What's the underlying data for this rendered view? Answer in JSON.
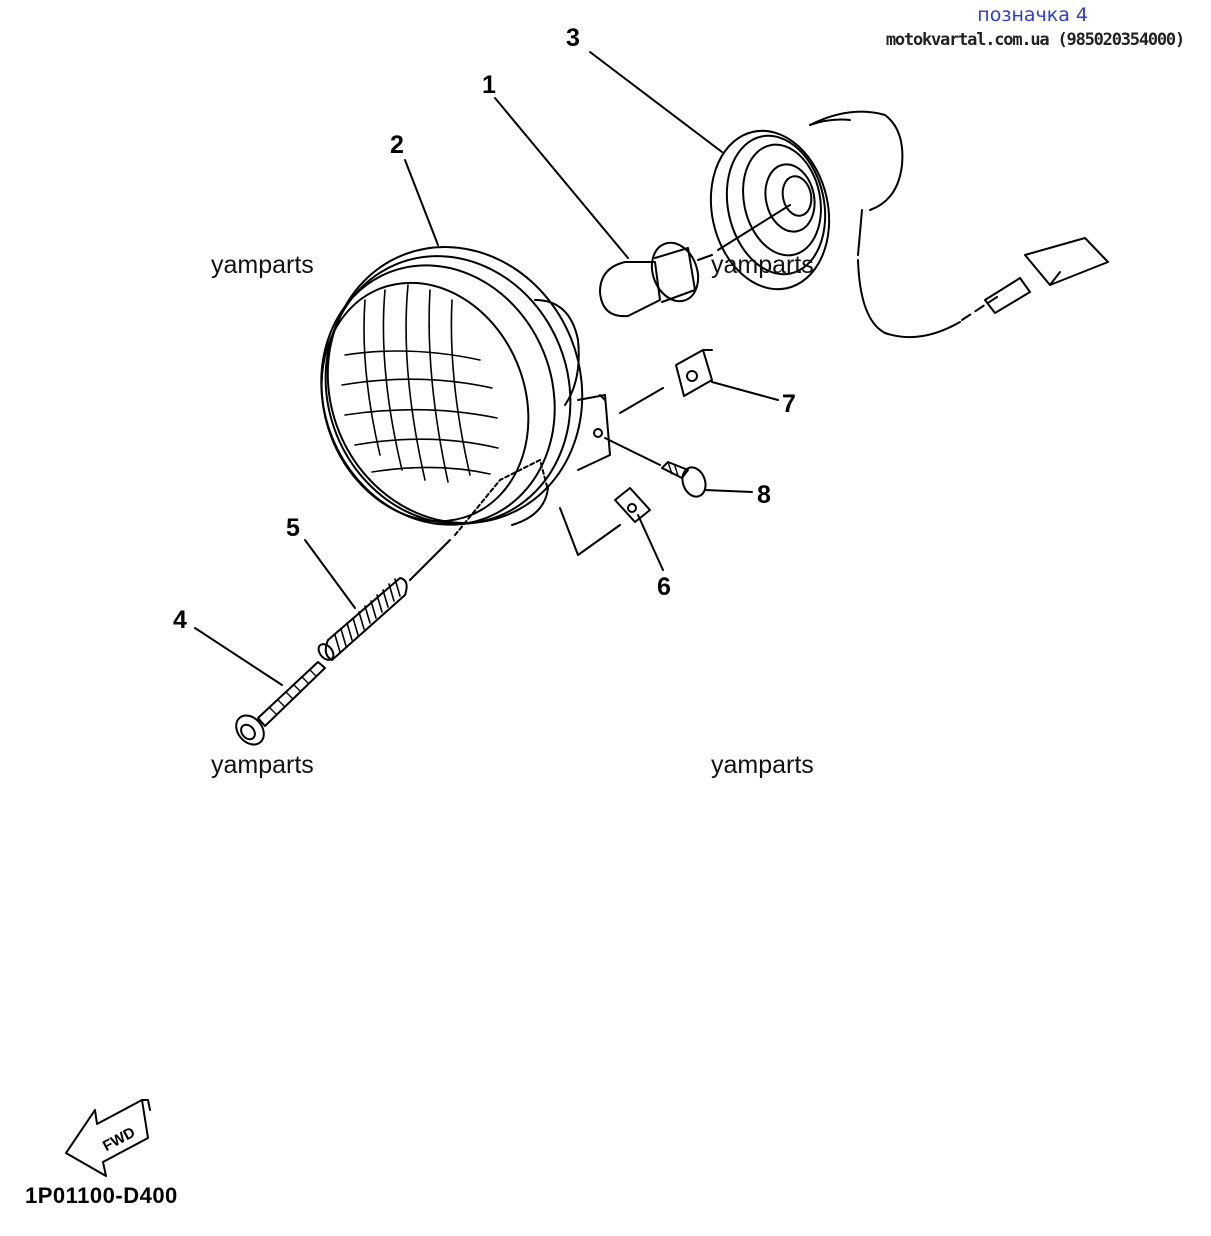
{
  "header": {
    "badge": "позначка 4",
    "site": "motokvartal.com.ua (985020354000)"
  },
  "watermarks": [
    "yamparts",
    "yamparts",
    "yamparts",
    "yamparts"
  ],
  "callouts": [
    "1",
    "2",
    "3",
    "4",
    "5",
    "6",
    "7",
    "8"
  ],
  "fwd_label": "FWD",
  "diagram_code": "1P01100-D400",
  "colors": {
    "badge": "#2e3bd6",
    "line": "#000000"
  }
}
